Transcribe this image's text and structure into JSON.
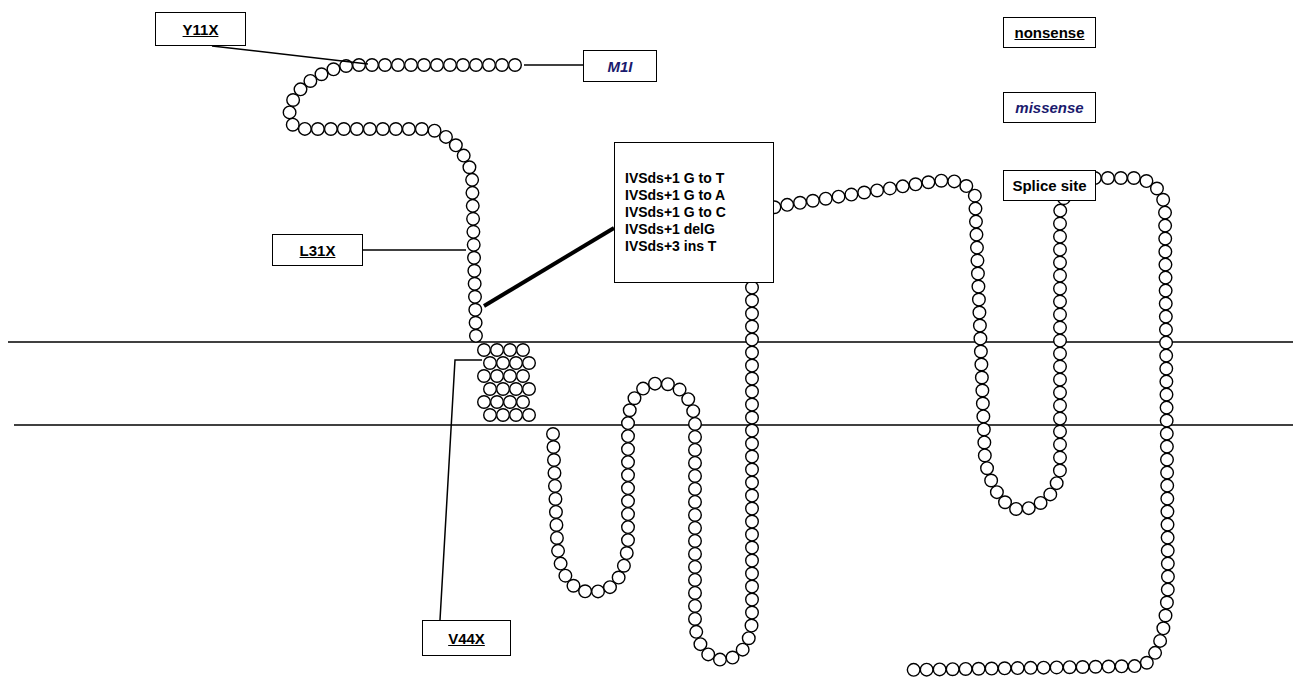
{
  "diagram": {
    "nodes": [
      {
        "text": [
          "Y11X"
        ]
      },
      {
        "text": [
          "M1I"
        ]
      },
      {
        "text": [
          "L31X"
        ]
      },
      {
        "text": [
          "IVSds+1 G to T",
          "IVSds+1 G to A",
          "IVSds+1 G to C",
          "IVSds+1 delG",
          "IVSds+3 ins T"
        ]
      },
      {
        "text": [
          "V44X"
        ]
      }
    ],
    "legend": [
      {
        "text": "nonsense"
      },
      {
        "text": "missense"
      },
      {
        "text": "Splice site"
      }
    ]
  }
}
